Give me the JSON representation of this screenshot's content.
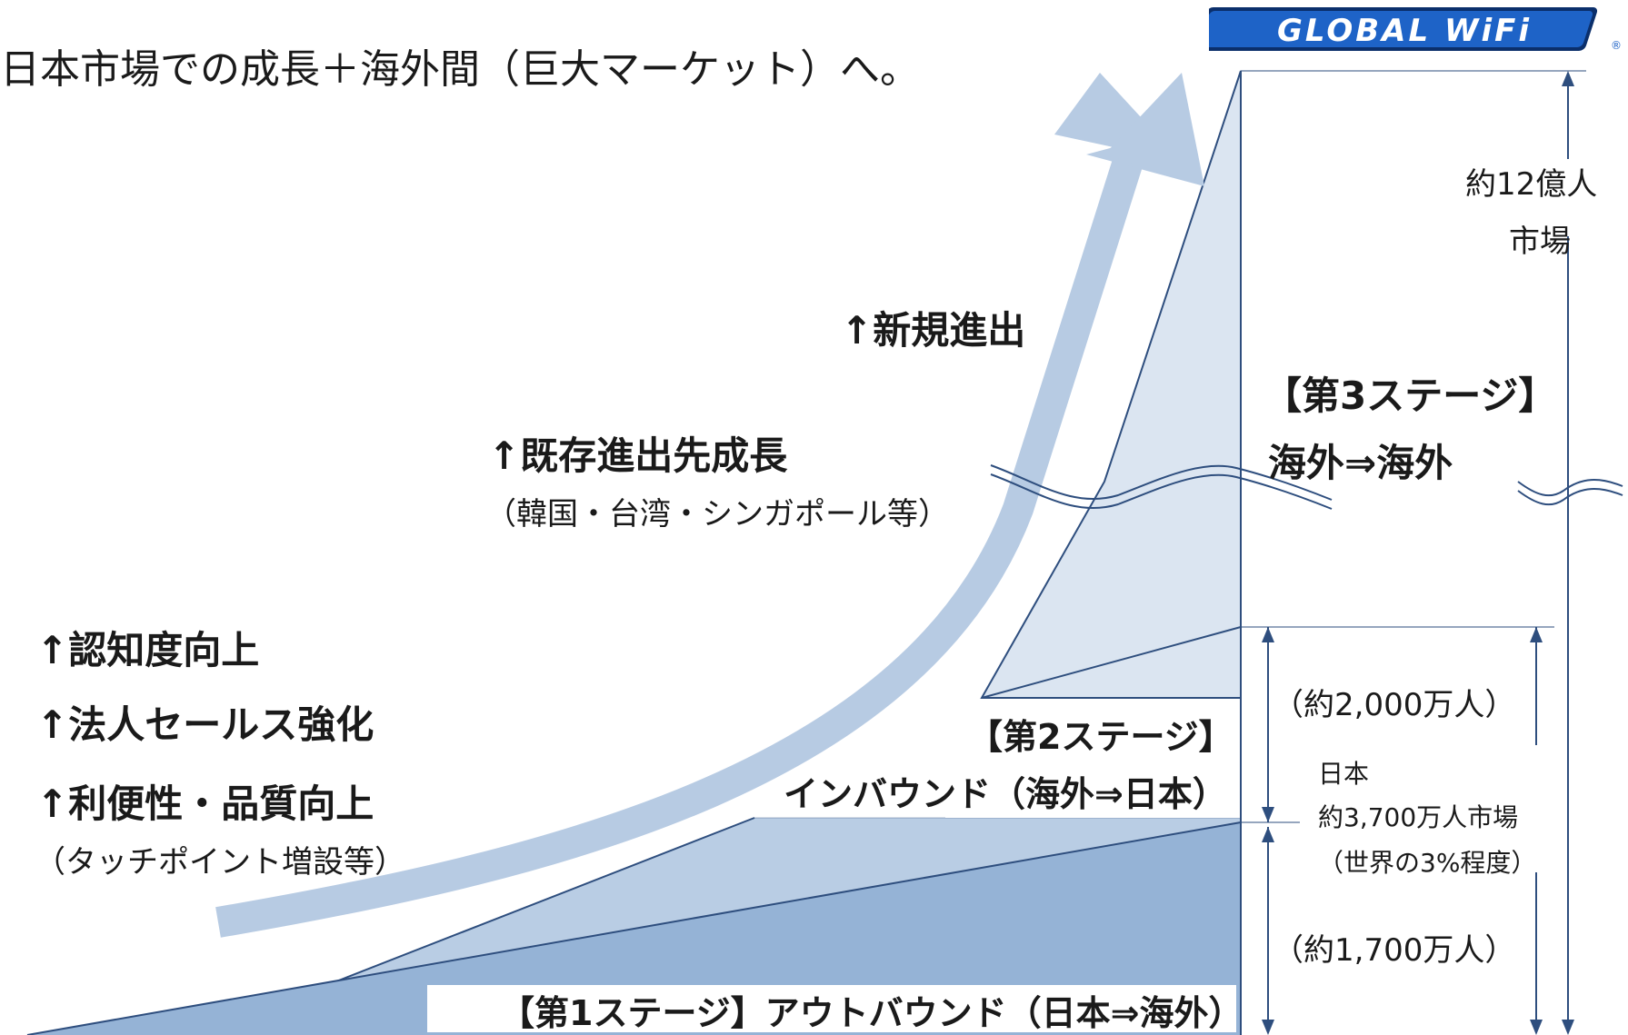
{
  "title": "日本市場での成長＋海外間（巨大マーケット）へ。",
  "logo": {
    "text": "GLOBAL WiFi",
    "mark": "®",
    "color": "#1e63c7"
  },
  "arrow_labels": {
    "new_entry": "↑新規進出",
    "existing_growth": "↑既存進出先成長",
    "existing_examples": "（韓国・台湾・シンガポール等）"
  },
  "left_labels": {
    "awareness": "↑認知度向上",
    "corporate": "↑法人セールス強化",
    "convenience": "↑利便性・品質向上",
    "touchpoints": "（タッチポイント増設等）"
  },
  "stages": {
    "stage3_title": "【第3ステージ】",
    "stage3_sub": "海外⇒海外",
    "stage2_title": "【第2ステージ】",
    "stage2_sub": "インバウンド（海外⇒日本）",
    "stage1_title": "【第1ステージ】アウトバウンド（日本⇒海外）"
  },
  "market_labels": {
    "global_line1": "約12億人",
    "global_line2": "市場",
    "inbound": "（約2,000万人）",
    "japan_line1": "日本",
    "japan_line2": "約3,700万人市場",
    "japan_line3": "（世界の3%程度）",
    "outbound": "（約1,700万人）"
  },
  "colors": {
    "arrow": "#b7cbe3",
    "stage1_fill": "#95b3d6",
    "stage2_fill": "#b9cde4",
    "stage3_fill": "#dbe5f1",
    "line": "#2e4e7e"
  }
}
